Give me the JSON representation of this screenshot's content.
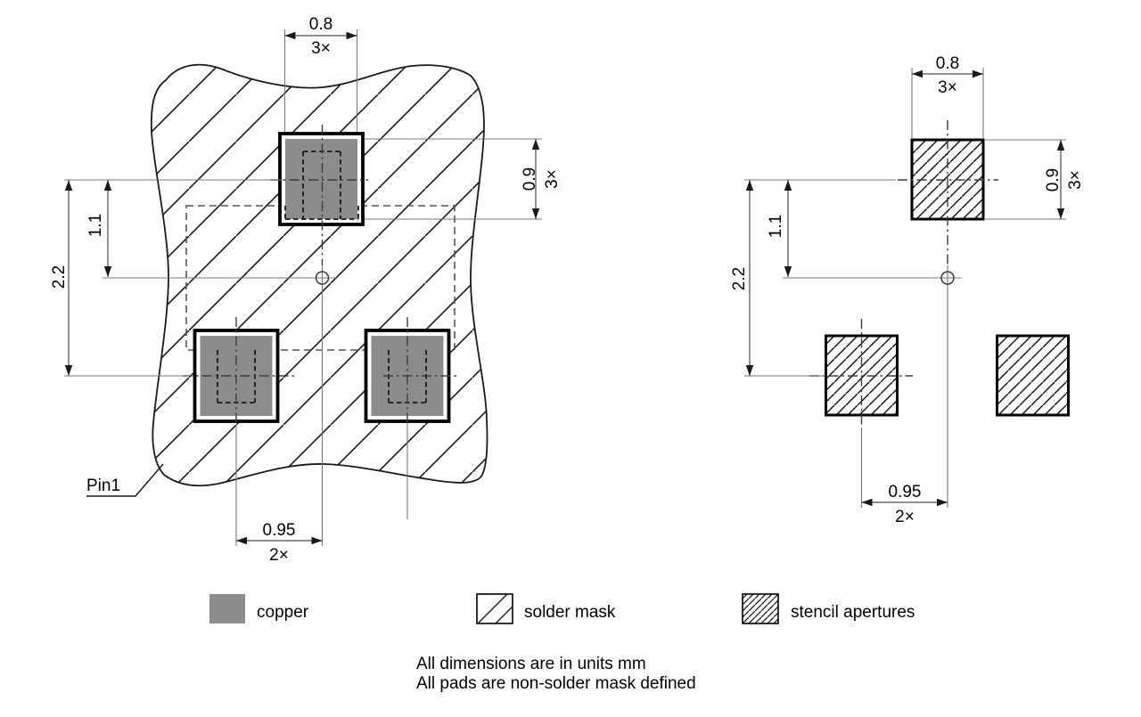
{
  "pin1_label": "Pin1",
  "dims": {
    "pad_width": "0.8",
    "pad_width_count": "3×",
    "pad_height": "0.9",
    "pad_height_count": "3×",
    "center_offset": "1.1",
    "row_pitch": "2.2",
    "pad_pitch": "0.95",
    "pad_pitch_count": "2×"
  },
  "legend": {
    "copper": "copper",
    "solder_mask": "solder mask",
    "stencil_apertures": "stencil apertures"
  },
  "notes": {
    "units": "All dimensions are in units mm",
    "mask_defined": "All pads are non-solder mask defined"
  },
  "colors": {
    "copper_fill": "#8c8c8c"
  }
}
